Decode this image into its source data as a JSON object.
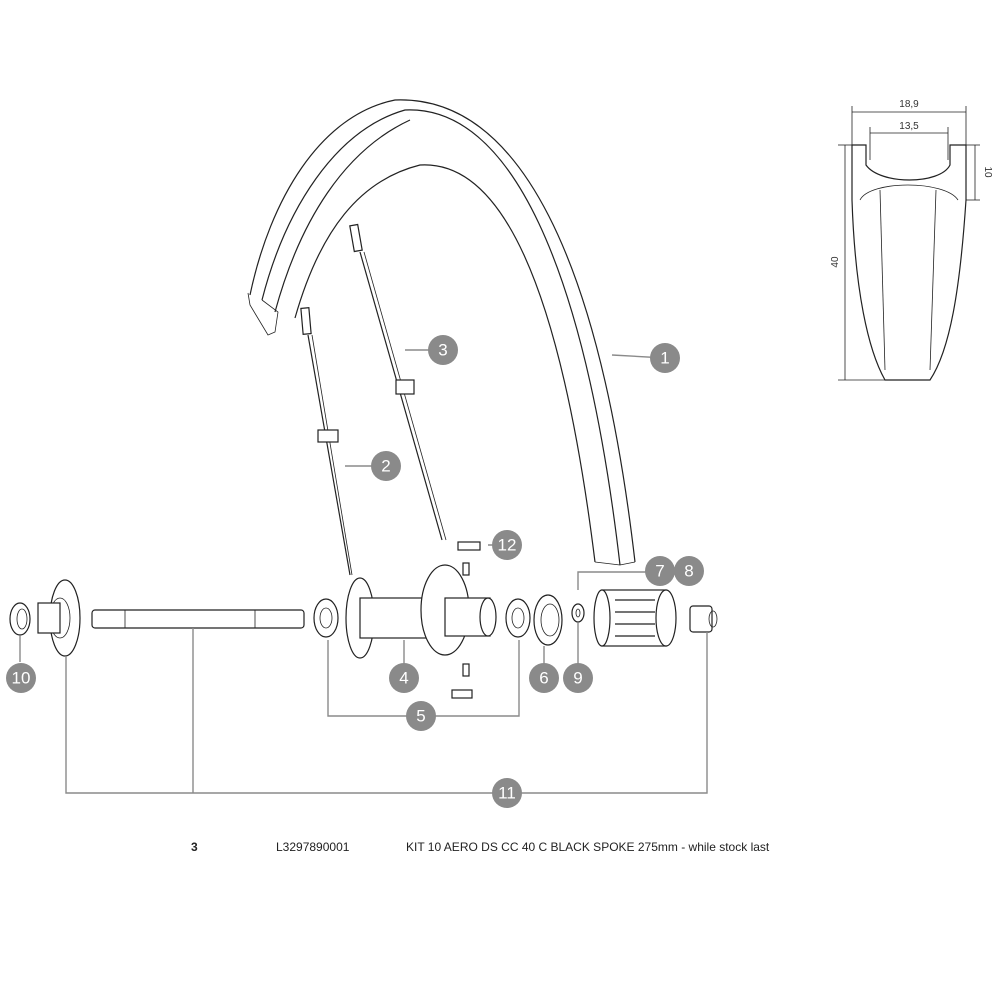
{
  "callouts": [
    {
      "id": "1",
      "label": "1"
    },
    {
      "id": "2",
      "label": "2"
    },
    {
      "id": "3",
      "label": "3"
    },
    {
      "id": "4",
      "label": "4"
    },
    {
      "id": "5",
      "label": "5"
    },
    {
      "id": "6",
      "label": "6"
    },
    {
      "id": "7",
      "label": "7"
    },
    {
      "id": "8",
      "label": "8"
    },
    {
      "id": "9",
      "label": "9"
    },
    {
      "id": "10",
      "label": "10"
    },
    {
      "id": "11",
      "label": "11"
    },
    {
      "id": "12",
      "label": "12"
    }
  ],
  "rim_profile": {
    "width_outer": "18,9",
    "width_inner": "13,5",
    "depth": "40",
    "wall": "10"
  },
  "parts_row": {
    "ref": "3",
    "code": "L3297890001",
    "description": "KIT 10 AERO DS CC 40 C BLACK SPOKE 275mm - while stock last"
  },
  "colors": {
    "callout": "#8a8a8a",
    "line": "#222222"
  }
}
